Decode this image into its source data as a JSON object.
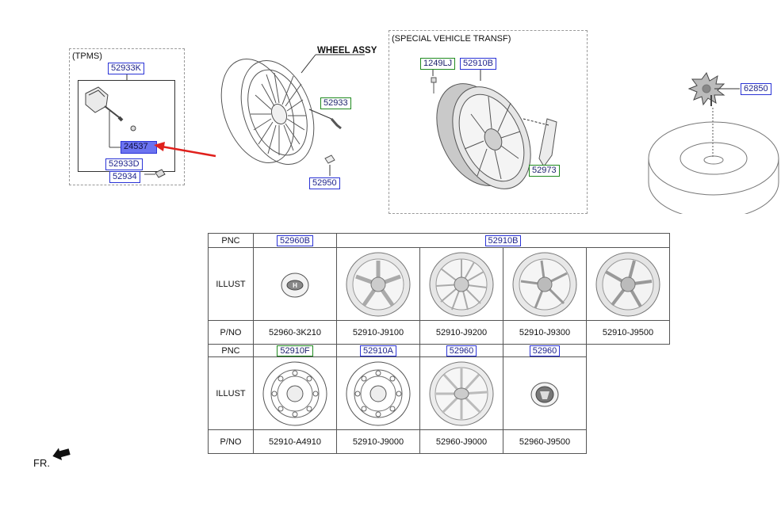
{
  "groups": {
    "tpms": "(TPMS)",
    "special": "(SPECIAL VEHICLE TRANSF)",
    "wheel_assy": "WHEEL ASSY"
  },
  "callouts": {
    "c52933K": "52933K",
    "c24537": "24537",
    "c52933D": "52933D",
    "c52934": "52934",
    "c52933": "52933",
    "c52950": "52950",
    "c1249LJ": "1249LJ",
    "c52910B": "52910B",
    "c52973": "52973",
    "c62850": "62850"
  },
  "table": {
    "row_pnc": "PNC",
    "row_illust": "ILLUST",
    "row_pno": "P/NO",
    "top": {
      "pnc1": "52960B",
      "pnc2": "52910B",
      "pno": [
        "52960-3K210",
        "52910-J9100",
        "52910-J9200",
        "52910-J9300",
        "52910-J9500"
      ]
    },
    "bottom": {
      "pnc": [
        "52910F",
        "52910A",
        "52960",
        "52960"
      ],
      "pno": [
        "52910-A4910",
        "52910-J9000",
        "52960-J9000",
        "52960-J9500"
      ]
    }
  },
  "fr_label": "FR.",
  "colors": {
    "callout_blue": "#2a33d6",
    "callout_green": "#1f8a1f",
    "highlight": "#6b73f0",
    "arrow_red": "#e0201c"
  }
}
